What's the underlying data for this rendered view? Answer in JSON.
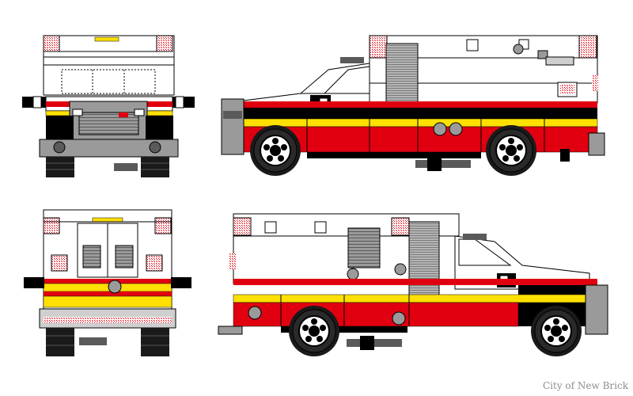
{
  "caption": "City of New Brick",
  "colors": {
    "body": "#ffffff",
    "outline": "#000000",
    "red": "#e00010",
    "yellow": "#ffe000",
    "gray": "#9a9a9a",
    "dark_gray": "#5a5a5a",
    "black": "#000000",
    "tire": "#1a1a1a",
    "light_gray": "#cfcfcf"
  },
  "views": [
    {
      "name": "front-view",
      "icon": "ambulance-front-icon"
    },
    {
      "name": "left-side-view",
      "icon": "ambulance-side-icon"
    },
    {
      "name": "rear-view",
      "icon": "ambulance-rear-icon"
    },
    {
      "name": "right-side-view",
      "icon": "ambulance-side-icon"
    }
  ]
}
